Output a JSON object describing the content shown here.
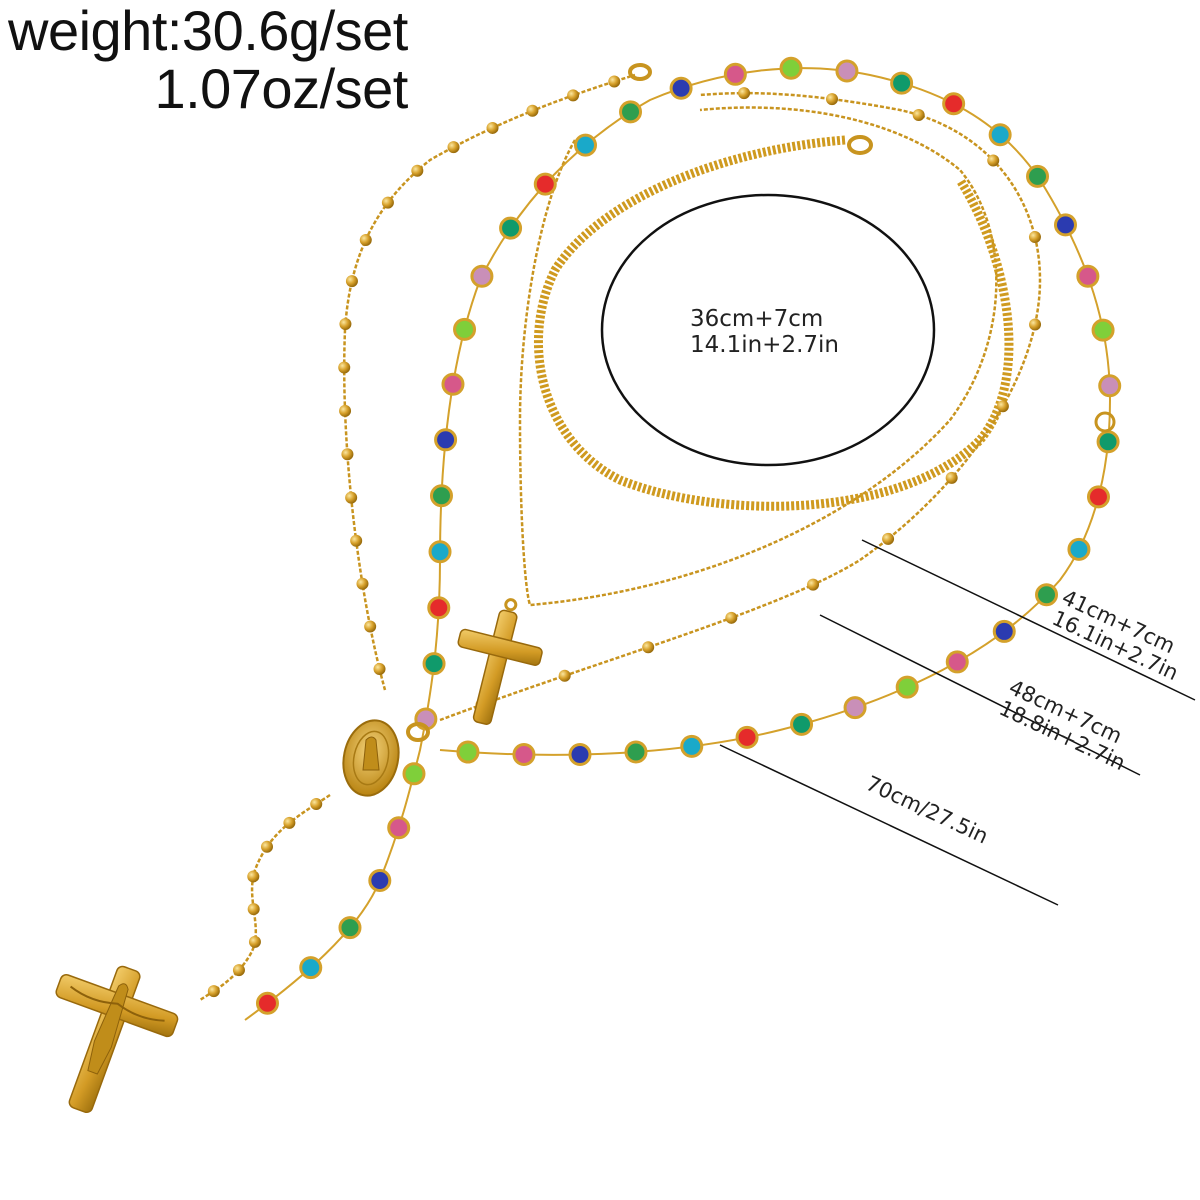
{
  "weight": {
    "grams": "weight:30.6g/set",
    "ounces": "1.07oz/set"
  },
  "lengths": {
    "choker": {
      "cm": "36cm+7cm",
      "inch": "14.1in+2.7in"
    },
    "medium": {
      "cm": "41cm+7cm",
      "inch": "16.1in+2.7in"
    },
    "long": {
      "cm": "48cm+7cm",
      "inch": "18.8in+2.7in"
    },
    "rosary": {
      "cm_inch": "70cm/27.5in"
    }
  },
  "colors": {
    "gold": "#d4a12b",
    "gold_dark": "#a8770f",
    "gems": [
      "#e52b2b",
      "#1aa9c9",
      "#2e9e4f",
      "#2b3bb0",
      "#d6588a",
      "#7fcf3a",
      "#c98fb8",
      "#109a6b"
    ]
  }
}
